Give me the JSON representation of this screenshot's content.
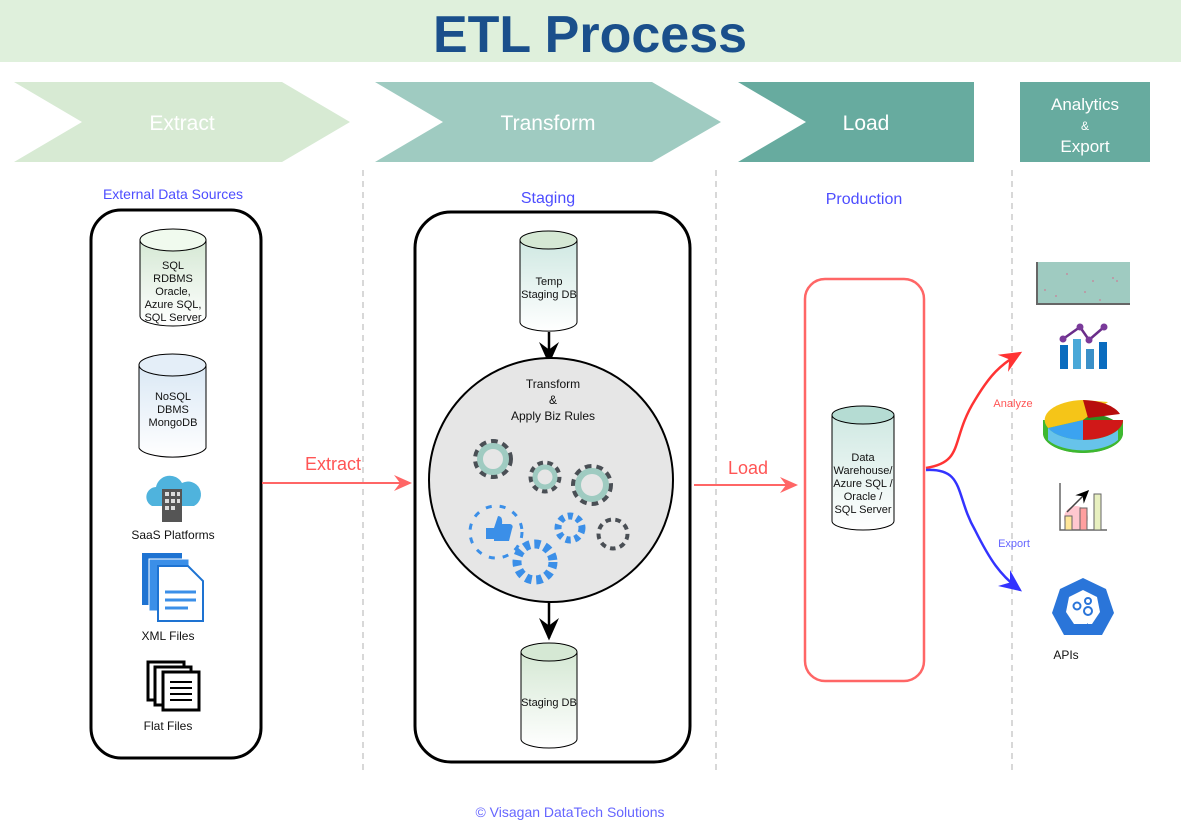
{
  "title": "ETL Process",
  "stages": {
    "extract": "Extract",
    "transform": "Transform",
    "load": "Load",
    "analytics": [
      "Analytics",
      "&",
      "Export"
    ]
  },
  "sections": {
    "sources": "External Data Sources",
    "staging": "Staging",
    "production": "Production"
  },
  "sources": {
    "sql": [
      "SQL",
      "RDBMS",
      "Oracle,",
      "Azure SQL,",
      "SQL Server"
    ],
    "nosql": [
      "NoSQL",
      "DBMS",
      "MongoDB"
    ],
    "saas": "SaaS Platforms",
    "xml": "XML Files",
    "flat": "Flat Files"
  },
  "staging": {
    "temp_db": [
      "Temp",
      "Staging DB"
    ],
    "transform": [
      "Transform",
      "&",
      "Apply Biz Rules"
    ],
    "staging_db": "Staging DB"
  },
  "production": {
    "dw": [
      "Data",
      "Warehouse/",
      "Azure SQL /",
      "Oracle /",
      "SQL Server"
    ]
  },
  "arrows": {
    "extract": "Extract",
    "load": "Load",
    "analyze": "Analyze",
    "export": "Export"
  },
  "outputs": {
    "apis": "APIs",
    "api_badge": "api",
    "icons": [
      "scatter-chart-icon",
      "bar-line-chart-icon",
      "pie-chart-icon",
      "growth-chart-icon",
      "api-icon"
    ]
  },
  "footer": "© Visagan DataTech Solutions",
  "colors": {
    "title": "#1a4f8b",
    "banner": "#dff0dc",
    "extract": "#d7ead3",
    "transform": "#9fcbc1",
    "load": "#67ab9f",
    "section_label": "#4d4dff",
    "arrow_red": "#ff6666",
    "arrow_blue": "#3333ff"
  }
}
